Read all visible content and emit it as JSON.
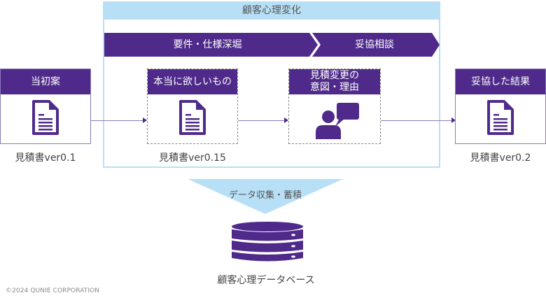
{
  "colors": {
    "primary_purple": "#4f2a8a",
    "light_blue": "#b7e0f7",
    "connector": "#8a7bb8"
  },
  "group": {
    "title": "顧客心理変化",
    "phases": [
      {
        "label": "要件・仕様深堀"
      },
      {
        "label": "妥協相談"
      }
    ]
  },
  "stages": [
    {
      "header": "当初案",
      "icon": "document-icon",
      "caption": "見積書ver0.1"
    },
    {
      "header": "本当に欲しいもの",
      "icon": "document-icon",
      "caption": "見積書ver0.15"
    },
    {
      "header_line1": "見積変更の",
      "header_line2": "意図・理由",
      "icon": "person-speech-icon",
      "caption": ""
    },
    {
      "header": "妥協した結果",
      "icon": "document-icon",
      "caption": "見積書ver0.2"
    }
  ],
  "funnel": {
    "label": "データ収集・蓄積"
  },
  "database": {
    "label": "顧客心理データベース",
    "icon": "database-icon"
  },
  "footer": {
    "copyright": "©2024 QUNIE CORPORATION"
  }
}
